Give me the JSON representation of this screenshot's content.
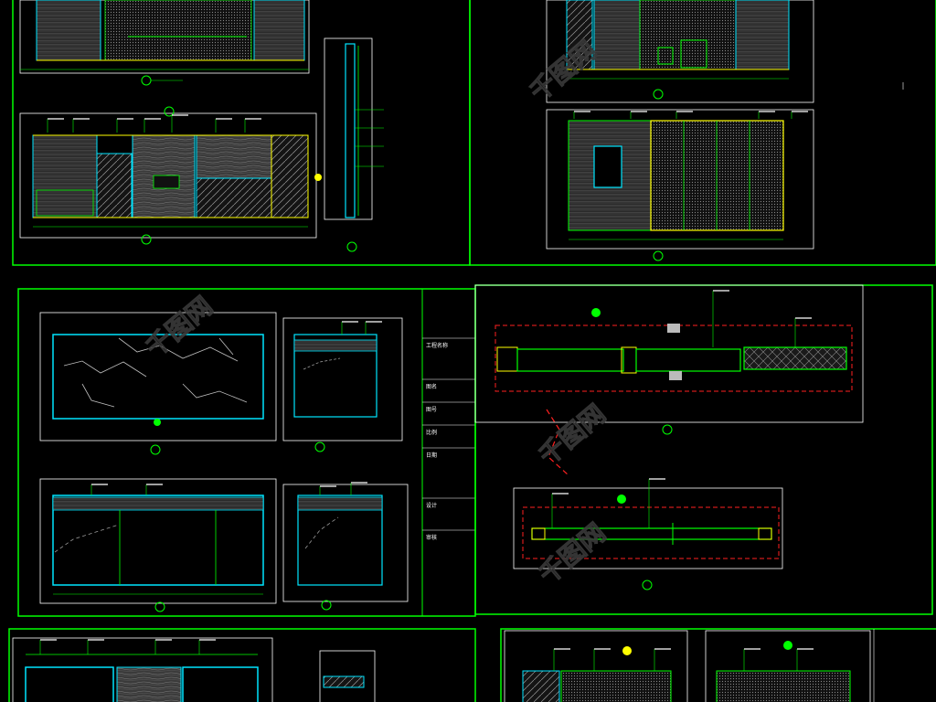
{
  "drawing": {
    "title": "CAD interior elevation drawing sheet",
    "watermark_text": "千图网",
    "colors": {
      "background": "#000000",
      "frame": "#00ff00",
      "cyan": "#00e5ff",
      "yellow": "#ffff00",
      "white": "#ffffff",
      "gray": "#9a9a9a",
      "red": "#ff2020",
      "magenta": "#ff00ff"
    },
    "panels": [
      {
        "id": "top-left",
        "name": "wardrobe-elevation-panel"
      },
      {
        "id": "top-right",
        "name": "study-elevation-panel"
      },
      {
        "id": "mid-left",
        "name": "stone-wall-panel"
      },
      {
        "id": "mid-right",
        "name": "door-section-panel"
      },
      {
        "id": "bottom-left",
        "name": "bottom-left-elevation-panel"
      },
      {
        "id": "bottom-right",
        "name": "bottom-right-elevation-panel"
      }
    ],
    "title_block_labels": [
      "工程名称",
      "图名",
      "图号",
      "比例",
      "日期",
      "设计",
      "审核"
    ]
  }
}
